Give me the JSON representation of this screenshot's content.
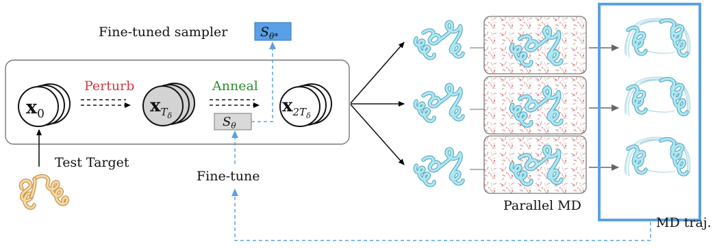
{
  "labels": {
    "fine_tuned_sampler": "Fine-tuned sampler",
    "perturb": "Perturb",
    "anneal": "Anneal",
    "test_target": "Test Target",
    "fine_tune": "Fine-tune",
    "parallel_md": "Parallel MD",
    "md_traj": "MD traj."
  },
  "math": {
    "x": "x",
    "sub_0": "0",
    "sub_T": "T",
    "sub_2T": "2T",
    "sub_delta": "δ",
    "S": "S",
    "theta": "θ",
    "theta_star": "θ*"
  },
  "colors": {
    "perturb": "#d0393f",
    "anneal": "#2e8b2e",
    "sampler_box": "#d9d9d9",
    "fine_tuned_box": "#5aa0e6",
    "dashed_link": "#5aa0e6",
    "highlight_frame": "#5aa0e6",
    "protein_ribbon": "#aee7f3",
    "target_ribbon": "#f5d6a6"
  },
  "icons": [
    "circle-stack-x0",
    "circle-stack-xT",
    "circle-stack-x2T",
    "protein-cartoon",
    "water-box",
    "trajectory-overlay"
  ]
}
